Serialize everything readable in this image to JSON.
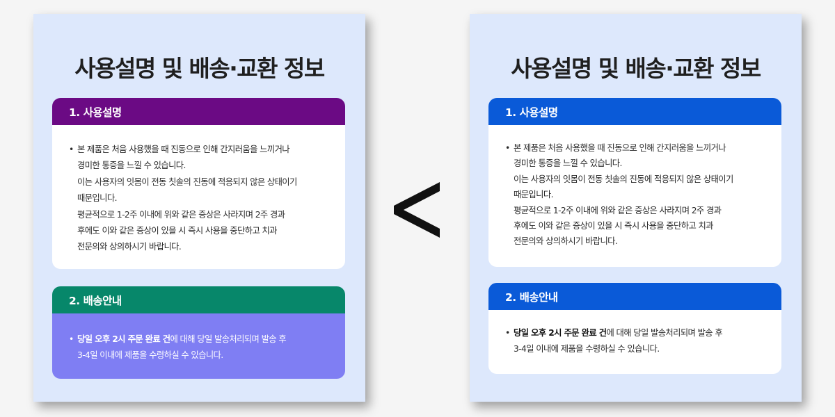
{
  "colors": {
    "panel_bg": "#dde8fc",
    "left_section1_header": "#6b0a84",
    "left_section2_header": "#07876a",
    "left_section2_body": "#7f7ef3",
    "right_section_header": "#0a5ad8",
    "text_dark": "#1f1f1f"
  },
  "comparison_symbol": "<",
  "left_panel": {
    "title": "사용설명 및 배송·교환 정보",
    "section1": {
      "header": "1. 사용설명",
      "bullet": "•",
      "lines": [
        "본 제품은 처음 사용했을 때 진동으로 인해 간지러움을 느끼거나",
        "경미한 통증을 느낄 수 있습니다.",
        "이는 사용자의 잇몸이 전동 칫솔의 진동에 적응되지 않은 상태이기",
        "때문입니다.",
        "평균적으로 1-2주 이내에 위와 같은 증상은 사라지며 2주 경과",
        "후에도 이와 같은 증상이 있을 시 즉시 사용을 중단하고  치과",
        "전문의와  상의하시기 바랍니다."
      ]
    },
    "section2": {
      "header": "2. 배송안내",
      "bullet": "•",
      "bold_text": "당일 오후 2시 주문 완료 건",
      "line1_rest": "에 대해 당일 발송처리되며 발송 후",
      "line2": "3-4일 이내에 제품을 수령하실 수 있습니다."
    }
  },
  "right_panel": {
    "title": "사용설명 및 배송·교환 정보",
    "section1": {
      "header": "1. 사용설명",
      "bullet": "•",
      "lines": [
        "본 제품은 처음 사용했을 때 진동으로 인해 간지러움을 느끼거나",
        "경미한 통증을 느낄 수 있습니다.",
        "이는 사용자의 잇몸이 전동 칫솔의 진동에 적응되지 않은 상태이기",
        "때문입니다.",
        "평균적으로 1-2주 이내에 위와 같은 증상은 사라지며 2주 경과",
        "후에도 이와 같은 증상이 있을 시 즉시 사용을 중단하고  치과",
        "전문의와  상의하시기 바랍니다."
      ]
    },
    "section2": {
      "header": "2. 배송안내",
      "bullet": "•",
      "bold_text": "당일 오후 2시 주문 완료 건",
      "line1_rest": "에 대해 당일 발송처리되며 발송 후",
      "line2": "3-4일 이내에 제품을 수령하실 수 있습니다."
    }
  }
}
